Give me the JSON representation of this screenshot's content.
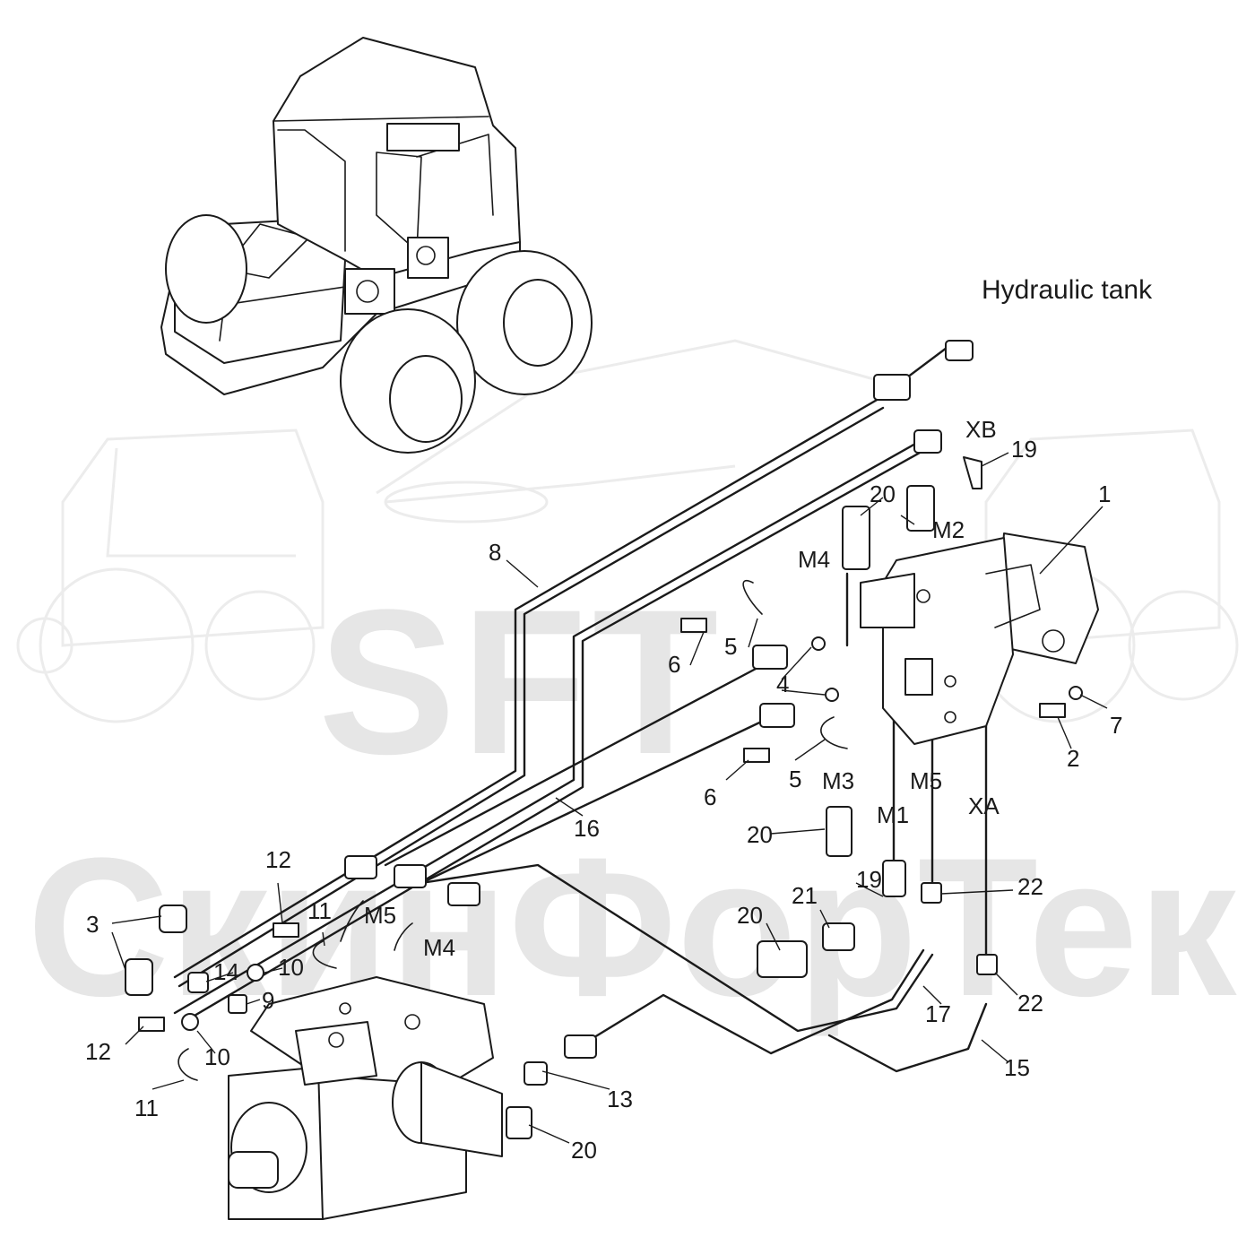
{
  "watermark": {
    "logo": "SFT",
    "company": "СкинФорТек"
  },
  "title": "Hydraulic tank",
  "labels": {
    "l1": "1",
    "l2": "2",
    "l3": "3",
    "l4": "4",
    "l5a": "5",
    "l5b": "5",
    "l6a": "6",
    "l6b": "6",
    "l7": "7",
    "l8": "8",
    "l9": "9",
    "l10a": "10",
    "l10b": "10",
    "l11a": "11",
    "l11b": "11",
    "l12a": "12",
    "l12b": "12",
    "l13": "13",
    "l14": "14",
    "l15": "15",
    "l16": "16",
    "l17": "17",
    "l19a": "19",
    "l19b": "19",
    "l20a": "20",
    "l20b": "20",
    "l20c": "20",
    "l20d": "20",
    "l21": "21",
    "l22a": "22",
    "l22b": "22",
    "xa": "XA",
    "xb": "XB",
    "m1": "M1",
    "m2": "M2",
    "m3": "M3",
    "m4a": "M4",
    "m4b": "M4",
    "m5a": "M5",
    "m5b": "M5"
  }
}
